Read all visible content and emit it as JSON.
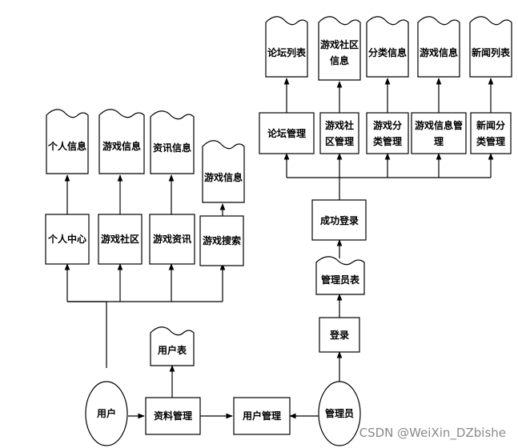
{
  "diagram": {
    "user": "用户",
    "admin": "管理员",
    "profile_mgmt": "资料管理",
    "user_mgmt": "用户管理",
    "user_table": "用户表",
    "personal_center": "个人中心",
    "game_community": "游戏社区",
    "game_news": "游戏资讯",
    "game_search": "游戏搜索",
    "personal_info": "个人信息",
    "game_info_1": "游戏信息",
    "news_info": "资讯信息",
    "game_info_2": "游戏信息",
    "login": "登录",
    "admin_table": "管理员表",
    "login_success": "成功登录",
    "forum_mgmt": "论坛管理",
    "community_mgmt_l1": "游戏社",
    "community_mgmt_l2": "区管理",
    "category_mgmt_l1": "游戏分",
    "category_mgmt_l2": "类管理",
    "gameinfo_mgmt_l1": "游戏信息管",
    "gameinfo_mgmt_l2": "理",
    "newscat_mgmt_l1": "新闻分",
    "newscat_mgmt_l2": "类管理",
    "forum_list": "论坛列表",
    "community_info_l1": "游戏社区",
    "community_info_l2": "信息",
    "category_info": "分类信息",
    "game_info_3": "游戏信息",
    "news_list": "新闻列表"
  },
  "watermark": "CSDN @WeiXin_DZbishe"
}
